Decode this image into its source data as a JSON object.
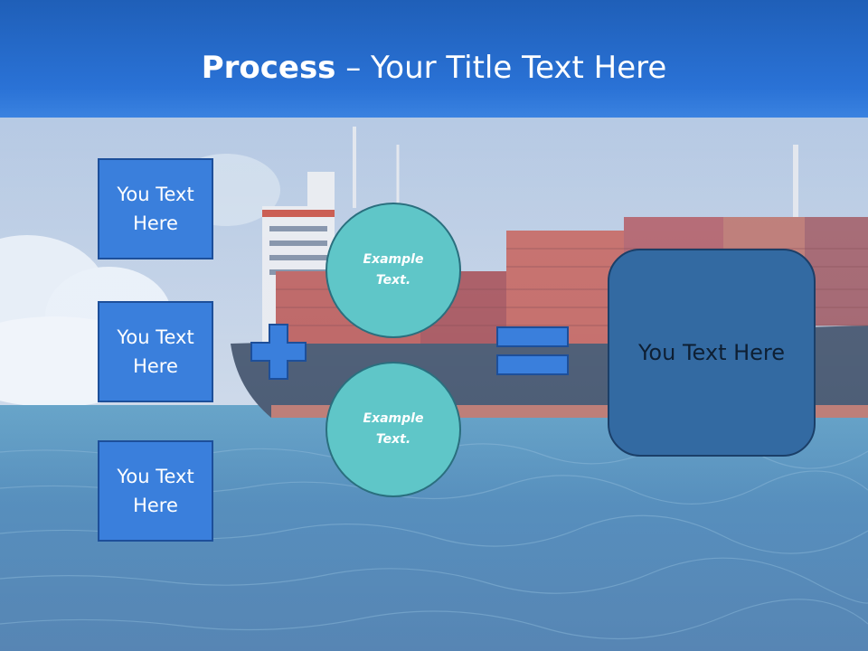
{
  "slide": {
    "title_bold": "Process",
    "title_rest": " – Your Title Text Here",
    "left_boxes": [
      "You Text Here",
      "You Text Here",
      "You Text Here"
    ],
    "circles": [
      "Example Text.",
      "Example Text."
    ],
    "result_box": "You Text Here"
  },
  "colors": {
    "header": "#2a72d6",
    "box_fill": "#3a7fdc",
    "circle_fill": "#5fc6c8",
    "result_fill": "#336aa2"
  },
  "icons": [
    "plus-icon",
    "equals-icon"
  ]
}
